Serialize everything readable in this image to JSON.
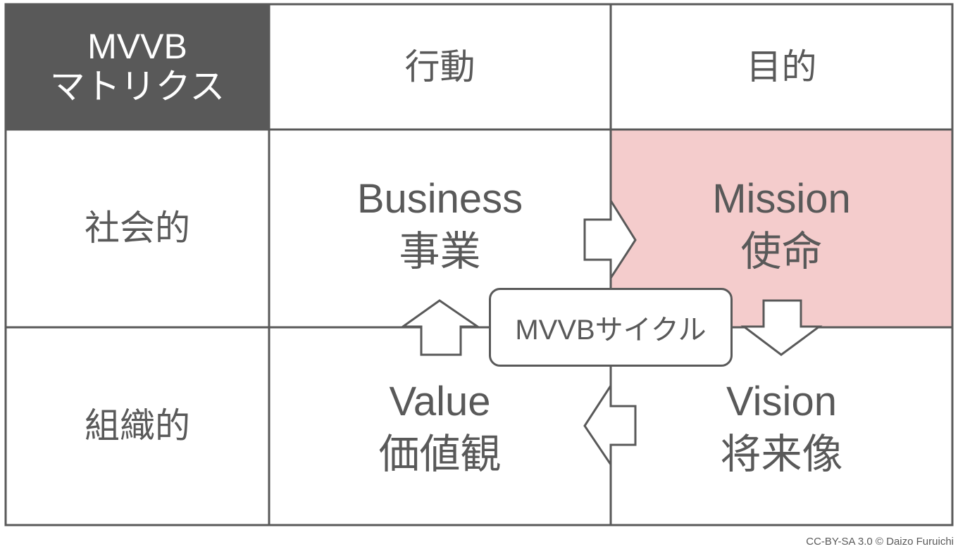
{
  "corner": {
    "line1": "MVVB",
    "line2": "マトリクス"
  },
  "columns": [
    "行動",
    "目的"
  ],
  "rows": [
    "社会的",
    "組織的"
  ],
  "cells": {
    "business": {
      "en": "Business",
      "ja": "事業"
    },
    "mission": {
      "en": "Mission",
      "ja": "使命"
    },
    "value": {
      "en": "Value",
      "ja": "価値観"
    },
    "vision": {
      "en": "Vision",
      "ja": "将来像"
    }
  },
  "cycle_label": "MVVBサイクル",
  "footer": "CC-BY-SA 3.0 © Daizo Furuichi",
  "colors": {
    "line": "#595959",
    "corner_bg": "#595959",
    "mission_bg": "#f4cccc"
  }
}
